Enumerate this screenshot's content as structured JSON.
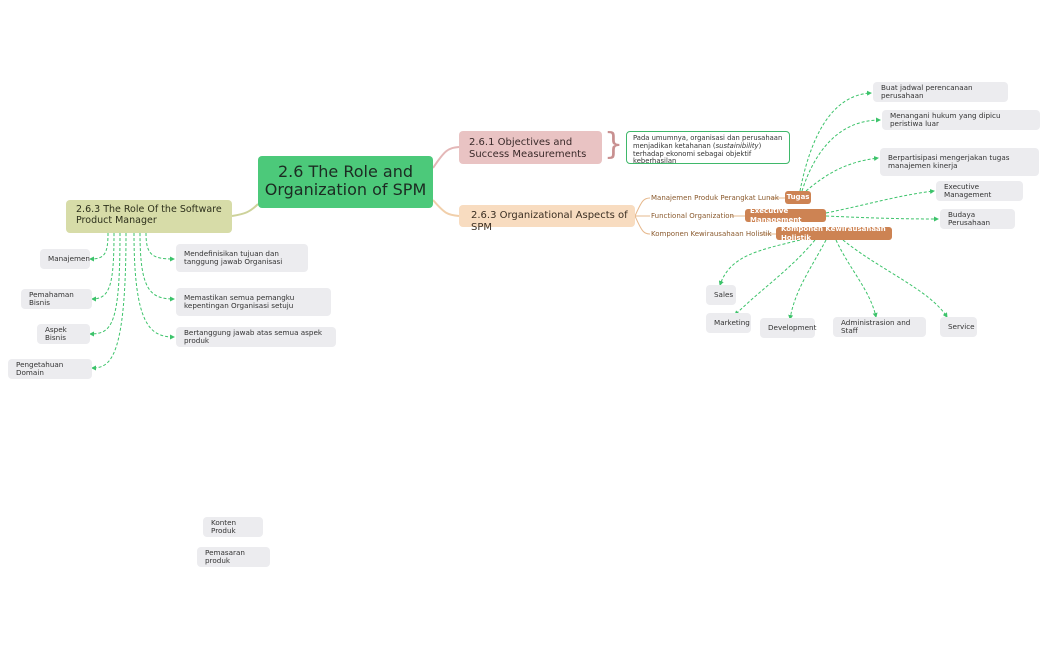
{
  "root": {
    "title": "2.6 The Role and Organization of SPM"
  },
  "branch_objectives": {
    "label": "2.6.1 Objectives and Success Measurements",
    "note": {
      "text1": "Pada umumnya, organisasi dan perusahaan menjadikan ketahanan (",
      "text_italic": "sustainibility",
      "text2": ") terhadap ekonomi sebagai objektif keberhasilan"
    }
  },
  "branch_org": {
    "label": "2.6.3 Organizational Aspects of SPM",
    "rows": [
      {
        "label": "Manajemen Produk Perangkat Lunak",
        "tag": "Tugas"
      },
      {
        "label": "Functional Organization",
        "tag": "Executive Management"
      },
      {
        "label": "Komponen Kewirausahaan Holistik",
        "tag": "Komponen Kewirausahaan Holistik"
      }
    ],
    "tugas_children": [
      "Buat jadwal perencanaan perusahaan",
      "Menangani hukum yang dipicu peristiwa luar",
      "Berpartisipasi mengerjakan tugas manajemen kinerja"
    ],
    "exec_children": [
      "Executive Management",
      "Budaya Perusahaan"
    ],
    "komponen_children": [
      "Sales",
      "Marketing",
      "Development",
      "Administrasion and Staff",
      "Service"
    ]
  },
  "branch_role": {
    "label": "2.6.3 The Role Of the Software Product Manager",
    "left_children": [
      "Manajemen",
      "Pemahaman Bisnis",
      "Aspek Bisnis",
      "Pengetahuan Domain"
    ],
    "right_children": [
      "Mendefinisikan tujuan dan tanggung jawab Organisasi",
      "Memastikan semua pemangku kepentingan Organisasi setuju",
      "Bertanggung jawab atas semua aspek produk"
    ]
  },
  "floating": [
    "Konten Produk",
    "Pemasaran produk"
  ],
  "colors": {
    "root": "#4cc97a",
    "objectives": "#e9c3c3",
    "organizational": "#f8dcc0",
    "role": "#d7dca8",
    "tag": "#cd8353",
    "leaf": "#ececef",
    "dashed": "#3cc36a"
  }
}
